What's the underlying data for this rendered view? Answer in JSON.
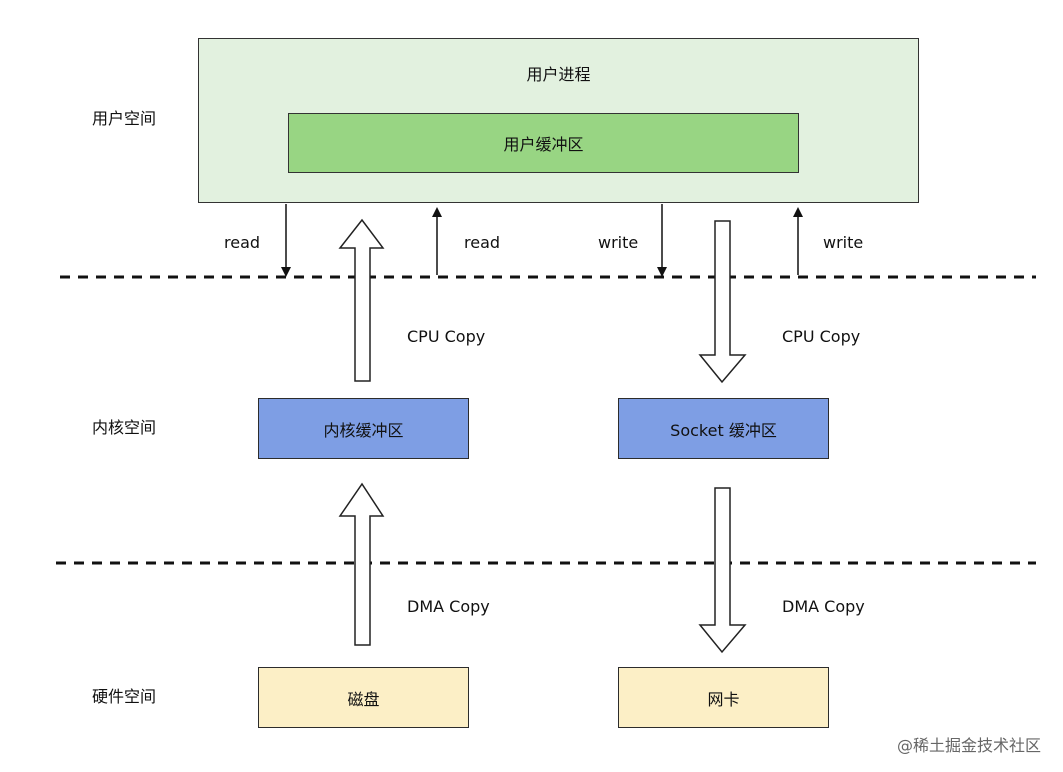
{
  "spaces": {
    "user": "用户空间",
    "kernel": "内核空间",
    "hardware": "硬件空间"
  },
  "user_process": {
    "title": "用户进程",
    "buffer": "用户缓冲区"
  },
  "kernel_buffers": {
    "kernel_buffer": "内核缓冲区",
    "socket_buffer": "Socket 缓冲区"
  },
  "hardware": {
    "disk": "磁盘",
    "nic": "网卡"
  },
  "syscalls": {
    "read_left": "read",
    "read_right": "read",
    "write_left": "write",
    "write_right": "write"
  },
  "copies": {
    "cpu_copy_left": "CPU  Copy",
    "cpu_copy_right": "CPU  Copy",
    "dma_copy_left": "DMA  Copy",
    "dma_copy_right": "DMA  Copy"
  },
  "watermark": "@稀土掘金技术社区",
  "colors": {
    "user_process_fill": "#e2f1df",
    "user_buffer_fill": "#98d583",
    "kernel_fill": "#7e9ee4",
    "hardware_fill": "#fcefc6"
  }
}
